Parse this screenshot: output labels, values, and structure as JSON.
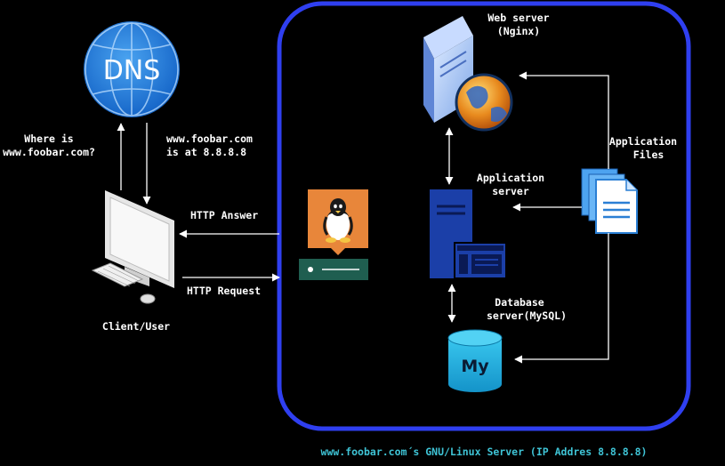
{
  "dns": {
    "label": "DNS"
  },
  "client": {
    "label": "Client/User",
    "query": [
      "Where is",
      "www.foobar.com?"
    ],
    "dns_reply": [
      "www.foobar.com",
      "is at 8.8.8.8"
    ],
    "http_answer": "HTTP Answer",
    "http_request": "HTTP Request"
  },
  "server": {
    "caption": "www.foobar.com´s GNU/Linux Server (IP Addres 8.8.8.8)",
    "web_server": [
      "Web server",
      "(Nginx)"
    ],
    "app_server": [
      "Application",
      "server"
    ],
    "app_files": [
      "Application",
      "Files"
    ],
    "database": [
      "Database",
      "server(MySQL)"
    ],
    "mysql_logo_text": "My"
  },
  "colors": {
    "server_border": "#2f3ff0",
    "dns_blue": "#1e78d6",
    "linux_orange": "#e8863a",
    "linux_green": "#1f5e50",
    "app_server_blue": "#1b3fa8",
    "mysql_cyan": "#1fa8d8",
    "files_blue": "#2a7fd4"
  }
}
